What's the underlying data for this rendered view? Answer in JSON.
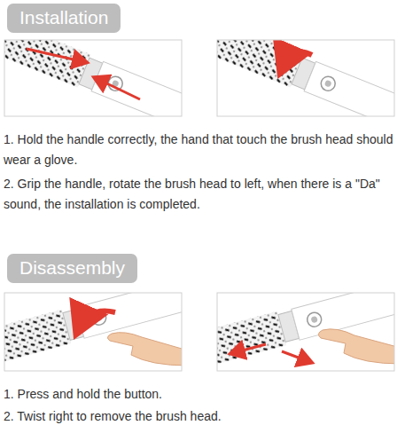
{
  "diagram": {
    "nodes": [
      {
        "text": [
          "Installation"
        ]
      },
      {
        "text": [
          "Disassembly"
        ]
      }
    ],
    "labels": [
      "1. Hold the handle correctly, the hand that touch the brush head should wear a glove.",
      "2. Grip the handle, rotate the brush head to left, when there is a \"Da\" sound, the installation is completed.",
      "1. Press and hold the button.",
      "2. Twist right to remove the brush head."
    ]
  }
}
